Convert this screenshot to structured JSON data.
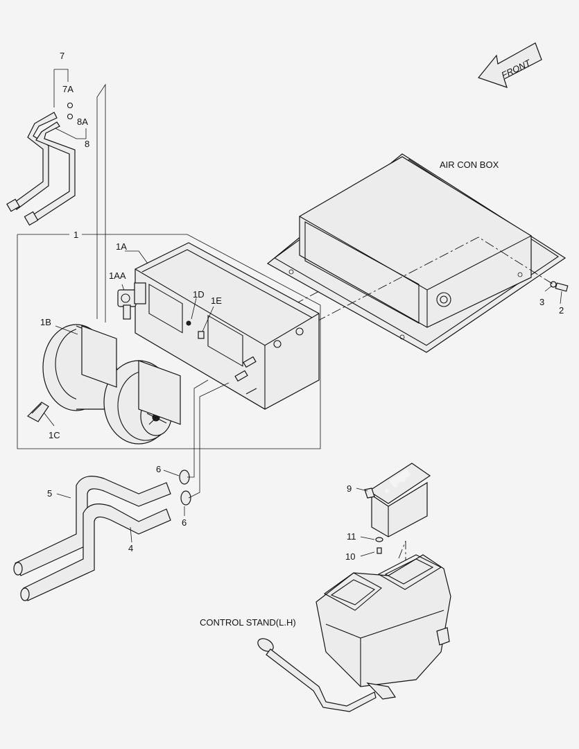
{
  "labels": {
    "front": "FRONT",
    "air_con_box": "AIR CON BOX",
    "control_stand": "CONTROL STAND(L.H)",
    "p7": "7",
    "p7A": "7A",
    "p8A": "8A",
    "p8": "8",
    "p1": "1",
    "p1A": "1A",
    "p1AA": "1AA",
    "p1B": "1B",
    "p1C": "1C",
    "p1D": "1D",
    "p1E": "1E",
    "p2": "2",
    "p3": "3",
    "p4": "4",
    "p5": "5",
    "p6a": "6",
    "p6b": "6",
    "p9": "9",
    "p10": "10",
    "p11": "11"
  }
}
